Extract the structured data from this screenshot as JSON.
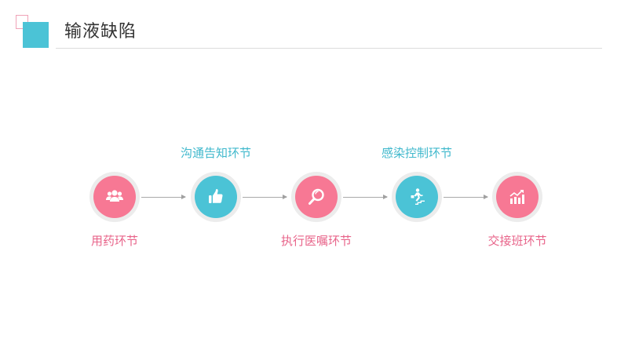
{
  "header": {
    "title": "输液缺陷"
  },
  "colors": {
    "pink": "#f77894",
    "teal": "#4bc3d6",
    "ring": "#ececec",
    "label_pink": "#e8648a",
    "label_teal": "#3fb8cc"
  },
  "steps": [
    {
      "label": "用药环节",
      "label_position": "bottom",
      "color": "pink",
      "icon": "people-group-icon"
    },
    {
      "label": "沟通告知环节",
      "label_position": "top",
      "color": "teal",
      "icon": "thumbs-up-icon"
    },
    {
      "label": "执行医嘱环节",
      "label_position": "bottom",
      "color": "pink",
      "icon": "magnifier-icon"
    },
    {
      "label": "感染控制环节",
      "label_position": "top",
      "color": "teal",
      "icon": "stairs-runner-icon"
    },
    {
      "label": "交接班环节",
      "label_position": "bottom",
      "color": "pink",
      "icon": "growth-chart-icon"
    }
  ]
}
